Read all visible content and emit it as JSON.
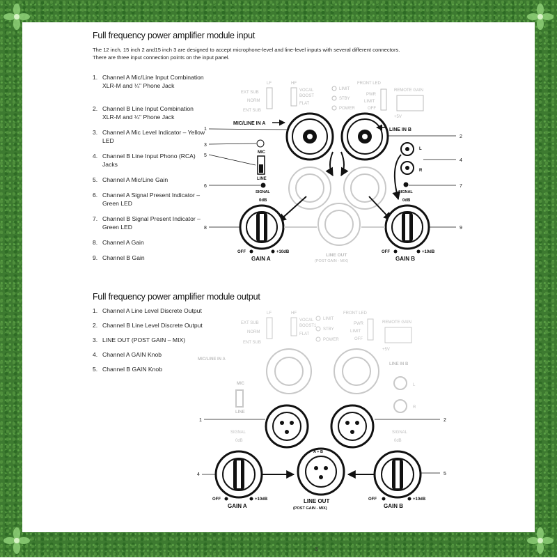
{
  "section_input": {
    "title": "Full frequency power amplifier module input",
    "intro_line1": "The 12 inch, 15 inch 2 and15 inch 3 are designed to accept microphone-level and line-level inputs with several different connectors.",
    "intro_line2": "There are three input connection points on the input panel.",
    "items": [
      {
        "num": "1.",
        "text": "Channel A Mic/Line Input Combination XLR-M and ¼\" Phone Jack"
      },
      {
        "num": "2.",
        "text": "Channel B Line Input Combination XLR-M and ¼\" Phone Jack"
      },
      {
        "num": "3.",
        "text": "Channel A Mic Level Indicator – Yellow LED"
      },
      {
        "num": "4.",
        "text": "Channel B Line Input Phono (RCA) Jacks"
      },
      {
        "num": "5.",
        "text": "Channel A Mic/Line Gain"
      },
      {
        "num": "6.",
        "text": "Channel A Signal Present Indicator – Green LED"
      },
      {
        "num": "7.",
        "text": "Channel B Signal Present Indicator – Green LED"
      },
      {
        "num": "8.",
        "text": "Channel A Gain"
      },
      {
        "num": "9.",
        "text": "Channel B Gain"
      }
    ]
  },
  "section_output": {
    "title": "Full frequency power amplifier module output",
    "items": [
      {
        "num": "1.",
        "text": "Channel A Line Level Discrete Output"
      },
      {
        "num": "2.",
        "text": "Channel B Line Level Discrete Output"
      },
      {
        "num": "3.",
        "text": "LINE OUT (POST GAIN – MIX)"
      },
      {
        "num": "4.",
        "text": "Channel A GAIN Knob"
      },
      {
        "num": "5.",
        "text": "Channel B GAIN Knob"
      }
    ]
  },
  "panel": {
    "lf": "LF",
    "hf": "HF",
    "ext_sub": "EXT SUB",
    "norm": "NORM",
    "ent_sub": "ENT SUB",
    "vocal": "VOCAL",
    "boost": "BOOST",
    "boost1": "BOOST1",
    "flat": "FLAT",
    "limit": "LIMIT",
    "stby": "STBY",
    "power": "POWER",
    "front_led": "FRONT LED",
    "pwr": "PWR",
    "limit2": "LIMIT",
    "off": "OFF",
    "remote_gain": "REMOTE GAIN",
    "plus5v": "+5V",
    "mic_line_in_a": "MIC/LINE IN A",
    "line_in_b": "LINE IN B",
    "mic": "MIC",
    "line": "LINE",
    "signal": "SIGNAL",
    "zero_db": "0dB",
    "gain_off": "OFF",
    "gain_plus10": "+10dB",
    "gain_a": "GAIN A",
    "gain_b": "GAIN B",
    "line_out": "LINE OUT",
    "post_gain_mix": "(POST GAIN - MIX)",
    "rca_l": "L",
    "rca_r": "R",
    "ab": "A + B"
  },
  "callouts_input": [
    "1",
    "2",
    "3",
    "4",
    "5",
    "6",
    "7",
    "8",
    "9"
  ],
  "callouts_output": [
    "1",
    "2",
    "4",
    "5"
  ],
  "page_number": "3",
  "colors": {
    "grass": "#3d7a30",
    "ink": "#111111",
    "ghost": "#bdbdbd"
  }
}
